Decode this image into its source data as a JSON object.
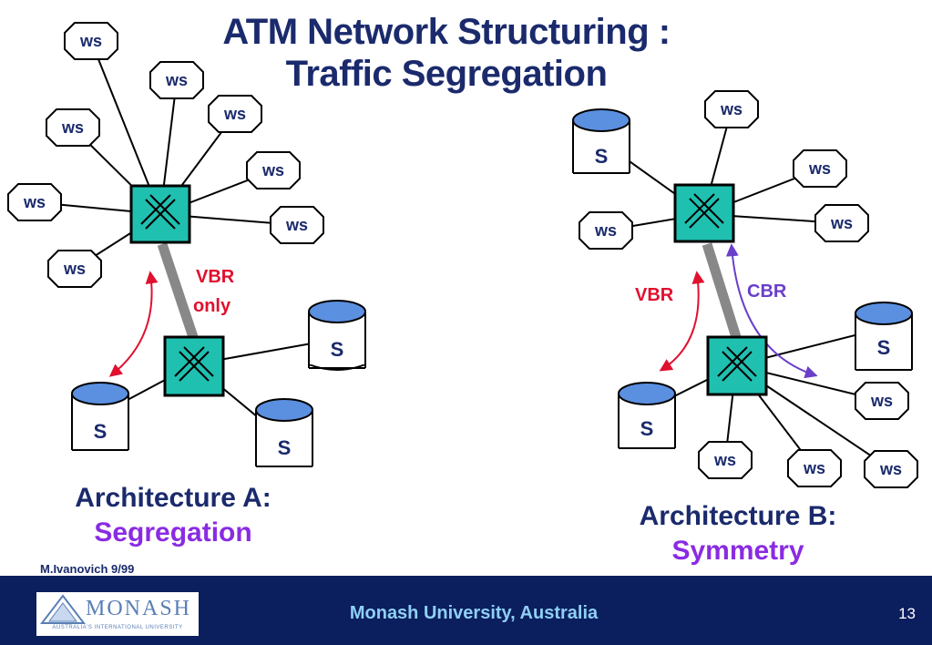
{
  "title": {
    "line1": "ATM Network Structuring :",
    "line2": "Traffic Segregation"
  },
  "nodes": {
    "ws": "ws",
    "server": "S"
  },
  "arch_a": {
    "link_label_1": "VBR",
    "link_label_2": "only",
    "caption_line1": "Architecture A:",
    "caption_line2": "Segregation"
  },
  "arch_b": {
    "label_vbr": "VBR",
    "label_cbr": "CBR",
    "caption_line1": "Architecture B:",
    "caption_line2": "Symmetry"
  },
  "author": "M.Ivanovich 9/99",
  "footer": {
    "logo_name": "MONASH",
    "logo_tagline": "AUSTRALIA'S INTERNATIONAL UNIVERSITY",
    "text": "Monash University, Australia",
    "page_number": "13"
  },
  "colors": {
    "navy": "#1a2a6c",
    "switch": "#20c0b0",
    "disk_top": "#5b8fe0",
    "red": "#e0102e",
    "purple": "#6a3fc9",
    "footer_bg": "#0b1e5e"
  }
}
